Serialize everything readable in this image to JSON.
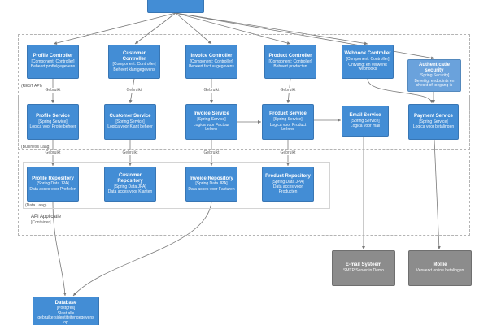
{
  "colors": {
    "node_blue": "#438dd5",
    "node_blue_light": "#6aa2dc",
    "node_gray": "#8c8c8c",
    "line": "#7a7a7a"
  },
  "top_node": {
    "label": ""
  },
  "groups": {
    "rest_api": "(REST API)",
    "business": "(Business Laag)",
    "data": "(Data Laag)",
    "api_app_title": "API Applicatie",
    "api_app_subtitle": "[Container]"
  },
  "edges": {
    "uses": "Gebruikt"
  },
  "controllers": [
    {
      "title": "Profile Controller",
      "subtitle": "[Component: Controller]",
      "desc": "Beheert profielgegevens"
    },
    {
      "title": "Customer Controller",
      "subtitle": "[Component: Controller]",
      "desc": "Beheert klantgegevens"
    },
    {
      "title": "Invoice Controller",
      "subtitle": "[Component: Controller]",
      "desc": "Beheert factuurgegevens"
    },
    {
      "title": "Product Controller",
      "subtitle": "[Component: Controller]",
      "desc": "Beheert producten"
    },
    {
      "title": "Webhook Controller",
      "subtitle": "[Component: Controller]",
      "desc": "Ontvangt en verwerkt webhooks"
    }
  ],
  "security": {
    "title": "Authenticatie security",
    "subtitle": "[Spring Security]",
    "desc": "Beveiligt endpoints en checkt of toegang is"
  },
  "services": [
    {
      "title": "Profile Service",
      "subtitle": "[Spring Service]",
      "desc": "Logica voor Profielbeheer"
    },
    {
      "title": "Customer Service",
      "subtitle": "[Spring Service]",
      "desc": "Logica voor Klant beheer"
    },
    {
      "title": "Invoice Service",
      "subtitle": "[Spring Service]",
      "desc": "Logica voor Factuur beheer"
    },
    {
      "title": "Product Service",
      "subtitle": "[Spring Service]",
      "desc": "Logica voor Product beheer"
    },
    {
      "title": "Email Service",
      "subtitle": "[Spring Service]",
      "desc": "Logica voor mail"
    },
    {
      "title": "Payment Service",
      "subtitle": "[Spring Service]",
      "desc": "Logica voor betalingen"
    }
  ],
  "repositories": [
    {
      "title": "Profile Repository",
      "subtitle": "[Spring Data JPA]",
      "desc": "Data acces voor Profielen"
    },
    {
      "title": "Customer Repository",
      "subtitle": "[Spring Data JPA]",
      "desc": "Data acces voor Klanten"
    },
    {
      "title": "Invoice Repository",
      "subtitle": "[Spring Data JPA]",
      "desc": "Data acces voor Facturen"
    },
    {
      "title": "Product Repository",
      "subtitle": "[Spring Data JPA]",
      "desc": "Data acces voor Producten"
    }
  ],
  "externals": [
    {
      "title": "E-mail Systeem",
      "desc": "SMTP Server in Demo"
    },
    {
      "title": "Mollie",
      "desc": "Verwerkt online betalingen"
    }
  ],
  "database": {
    "title": "Database",
    "subtitle": "[Postgres]",
    "desc": "Slaat alle gebruikersidentiteitengegevens op"
  }
}
